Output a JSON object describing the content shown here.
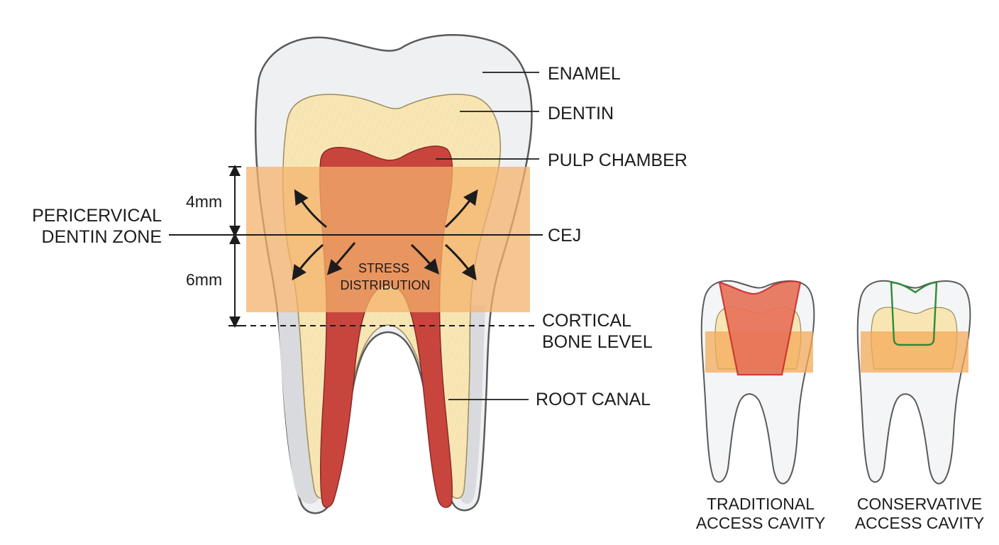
{
  "labels": {
    "enamel": "ENAMEL",
    "dentin": "DENTIN",
    "pulp_chamber": "PULP CHAMBER",
    "cej": "CEJ",
    "cortical_bone_level": [
      "CORTICAL",
      "BONE LEVEL"
    ],
    "root_canal": "ROOT CANAL",
    "pericervical_dentin_zone": [
      "PERICERVICAL",
      "DENTIN ZONE"
    ],
    "stress_distribution": [
      "STRESS",
      "DISTRIBUTION"
    ]
  },
  "dimensions": {
    "upper": "4mm",
    "lower": "6mm"
  },
  "comparison": {
    "traditional": [
      "TRADITIONAL",
      "ACCESS CAVITY"
    ],
    "conservative": [
      "CONSERVATIVE",
      "ACCESS CAVITY"
    ]
  },
  "colors": {
    "enamel": "#eef0f2",
    "dentin": "#f7e6b4",
    "pulp": "#c8453e",
    "zone_band": "#f4a95a",
    "traditional_outline": "#c62f2a",
    "conservative_outline": "#2e8b35",
    "text": "#1c1c1c"
  }
}
